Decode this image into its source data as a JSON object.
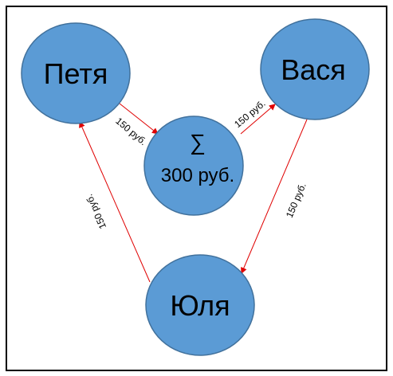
{
  "nodes": {
    "petya": {
      "label": "Петя"
    },
    "vasya": {
      "label": "Вася"
    },
    "yulia": {
      "label": "Юля"
    },
    "sum": {
      "symbol": "∑",
      "label": "300 руб."
    }
  },
  "edges": {
    "petya_to_sum": {
      "label": "150 руб."
    },
    "sum_to_vasya": {
      "label": "150 руб."
    },
    "vasya_to_yulia": {
      "label": "150 руб."
    },
    "yulia_to_petya": {
      "label": "150 руб."
    }
  },
  "colors": {
    "node_fill": "#5b9bd5",
    "node_stroke": "#41719c",
    "arrow": "#e00000",
    "border": "#000000"
  }
}
